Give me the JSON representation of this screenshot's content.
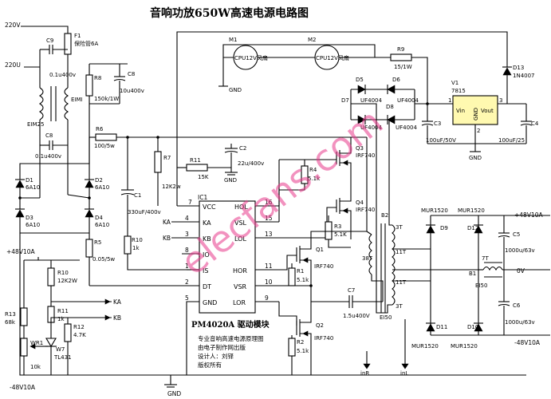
{
  "title": "音响功放650W高速电源电路图",
  "watermark": "elecfans.com",
  "rails": {
    "ac220v_a": "220V",
    "ac220v_b": "220U",
    "plus48_left": "+48V10A",
    "minus48_left": "-48V10A",
    "plus48_right": "+48V10A",
    "zero_v": "0V",
    "minus48_right": "-48V10A",
    "gnd_bottom": "GND",
    "gnd_fan": "GND",
    "gnd_c2": "GND",
    "gnd_c3": "GND"
  },
  "components": {
    "F1": "F1",
    "F1_value": "保险管6A",
    "C9": "C9",
    "C9_value": "0.1u400v",
    "EIMI": "EIMI",
    "EIM25": "EIM25",
    "C8a": "C8",
    "C8a_value": "0.1u400v",
    "C8b": "C8",
    "C8b_value": "10u400v",
    "R8": "R8",
    "R8_value": "150k/1W",
    "D1": "D1",
    "D1_value": "6A10",
    "D2": "D2",
    "D2_value": "6A10",
    "D3": "D3",
    "D3_value": "6A10",
    "D4": "D4",
    "D4_value": "6A10",
    "R6": "R6",
    "R6_value": "100/5w",
    "R7": "R7",
    "R7_value": "12K2w",
    "C1": "C1",
    "C1_value": "330uF/400v",
    "R5": "R5",
    "R5_value": "0.05/5w",
    "R10a": "R10",
    "R10a_value": "1k",
    "R11a": "R11",
    "R11a_value": "15K",
    "C2": "C2",
    "C2_value": "22u/400v",
    "R4": "R4",
    "R4_value": "5.1k",
    "R3": "R3",
    "R3_value": "5.1K",
    "R1": "R1",
    "R1_value": "5.1k",
    "R2": "R2",
    "R2_value": "5.1k",
    "Q1": "Q1",
    "Q1_value": "IRF740",
    "Q2": "Q2",
    "Q2_value": "IRF740",
    "Q3": "Q3",
    "Q3_value": "IRF740",
    "Q4": "Q4",
    "Q4_value": "IRF740",
    "C7": "C7",
    "C7_value": "1.5u400V",
    "B2": "B2",
    "B2_value": "EI50",
    "B1": "B1",
    "B1_value": "EI50",
    "M1": "M1",
    "M1_value": "CPU12V风扇",
    "M2": "M2",
    "M2_value": "CPU12V风扇",
    "R9": "R9",
    "R9_value": "15/1W",
    "D5": "D5",
    "D5_value": "UF4004",
    "D6": "D6",
    "D6_value": "UF4004",
    "D7": "D7",
    "D7_value": "UF4004",
    "D8": "D8",
    "D8_value": "UF4004",
    "D13": "D13",
    "D13_value": "1N4007",
    "V1": "V1",
    "V1_value": "7815",
    "C3": "C3",
    "C3_value": "100uF/50V",
    "C4": "C4",
    "C4_value": "100uF/25",
    "D9": "D9",
    "D9_value": "MUR1520",
    "D12": "D12",
    "D12_value": "MUR1520",
    "D11": "D11",
    "D11_value": "MUR1520",
    "D10": "D10",
    "D10_value": "MUR1520",
    "C5": "C5",
    "C5_value": "1000u/63v",
    "C6": "C6",
    "C6_value": "1000u/63v",
    "L7T": "7T",
    "R10b": "R10",
    "R10b_value": "12K2W",
    "R13": "R13",
    "R13_value": "68k",
    "R11b": "R11",
    "R11b_value": "1k",
    "R12": "R12",
    "R12_value": "4.7K",
    "WR1": "WR1",
    "WR1_value": "10k",
    "W7": "W7",
    "W7_value": "TL431"
  },
  "vreg_pins": {
    "vin": "Vin",
    "gnd": "GND",
    "vout": "Vout",
    "p1": "1",
    "p2": "2",
    "p3": "3"
  },
  "ic": {
    "ref": "IC1",
    "name": "PM4020A 驱动模块",
    "left_pins": [
      {
        "num": "7",
        "name": "VCC"
      },
      {
        "num": "4",
        "name": "KA"
      },
      {
        "num": "3",
        "name": "KB"
      },
      {
        "num": "8",
        "name": "IO"
      },
      {
        "num": "1",
        "name": "IS"
      },
      {
        "num": "2",
        "name": "DT"
      },
      {
        "num": "5",
        "name": "GND"
      }
    ],
    "right_pins": [
      {
        "num": "16",
        "name": "HOL"
      },
      {
        "num": "15",
        "name": "VSL"
      },
      {
        "num": "13",
        "name": "LOL"
      },
      {
        "num": "11",
        "name": "HOR"
      },
      {
        "num": "10",
        "name": "VSR"
      },
      {
        "num": "9",
        "name": "LOR"
      }
    ]
  },
  "signals": {
    "ka_ic": "KA",
    "kb_ic": "KB",
    "ka_fb": "KA",
    "kb_fb": "KB",
    "inr": "inR",
    "inl": "inL"
  },
  "transformer_taps": {
    "t38": "38T",
    "t3_top": "3T",
    "t3_bottom": "3T",
    "t11_top": "11T",
    "t11_bottom": "11T"
  },
  "notes": [
    "专业音响高速电源原理图",
    "由电子制作网出版",
    "设计人：刘铎",
    "版权所有"
  ]
}
